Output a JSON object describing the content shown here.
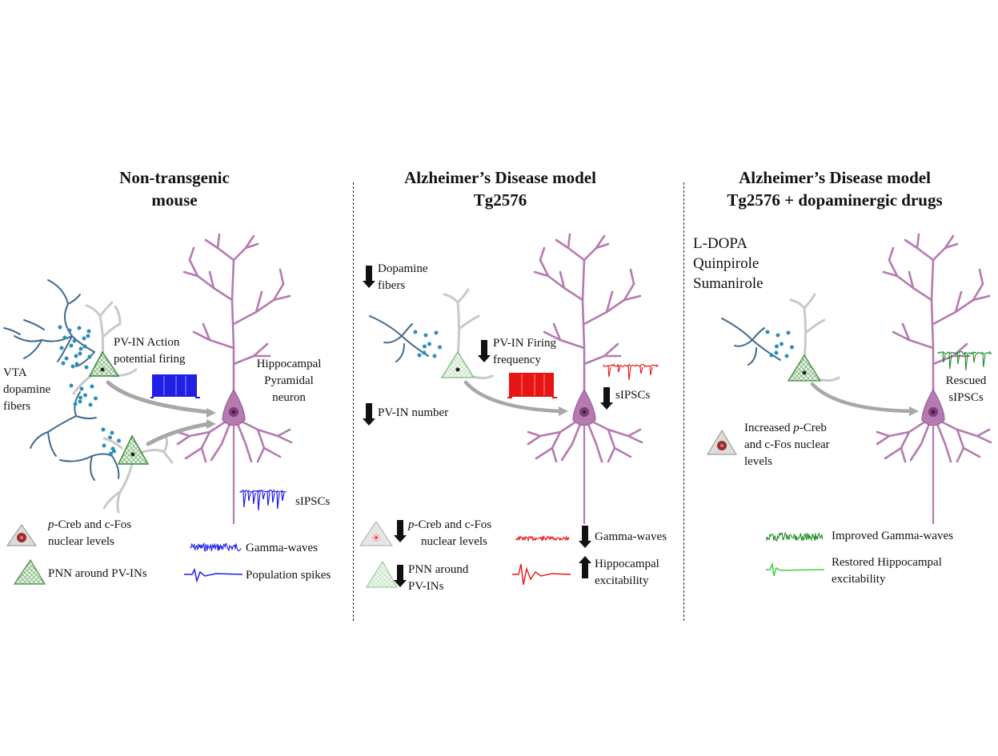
{
  "panels": [
    {
      "title_line1": "Non-transgenic",
      "title_line2": "mouse",
      "vta_line1": "VTA",
      "vta_line2": "dopamine",
      "vta_line3": "fibers",
      "pvin_line1": "PV-IN Action",
      "pvin_line2": "potential firing",
      "pyr_line1": "Hippocampal",
      "pyr_line2": "Pyramidal",
      "pyr_line3": "neuron",
      "sipsc": "sIPSCs",
      "creb_italic": "p",
      "creb_line1_rest": "-Creb and c-Fos",
      "creb_line2": "nuclear levels",
      "pnn": "PNN around PV-INs",
      "gamma": "Gamma-waves",
      "popspikes": "Population spikes",
      "color": "#1f1fe6"
    },
    {
      "title_line1": "Alzheimer’s Disease model",
      "title_line2": "Tg2576",
      "dopa_line1": "Dopamine",
      "dopa_line2": "fibers",
      "pvin_line1": "PV-IN Firing",
      "pvin_line2": "frequency",
      "pvnum": "PV-IN number",
      "sipsc": "sIPSCs",
      "creb_italic": "p",
      "creb_line1_rest": "-Creb and c-Fos",
      "creb_line2": "nuclear levels",
      "pnn_line1": "PNN around",
      "pnn_line2": "PV-INs",
      "gamma": "Gamma-waves",
      "excit_line1": "Hippocampal",
      "excit_line2": "excitability",
      "color": "#e81414"
    },
    {
      "title_line1": "Alzheimer’s Disease model",
      "title_line2": "Tg2576 + dopaminergic drugs",
      "drug1": "L-DOPA",
      "drug2": "Quinpirole",
      "drug3": "Sumanirole",
      "rescued_line1": "Rescued",
      "rescued_line2": "sIPSCs",
      "creb_line1_pre": "Increased ",
      "creb_italic": "p",
      "creb_line1_rest": "-Creb",
      "creb_line2": "and c-Fos nuclear",
      "creb_line3": "levels",
      "gamma": "Improved Gamma-waves",
      "excit_line1": "Restored Hippocampal",
      "excit_line2": "excitability",
      "color_dark": "#1f8a2a",
      "color_light": "#3ccf3c"
    }
  ],
  "colors": {
    "neuron": "#b57ab0",
    "fiber": "#3f6a8c",
    "dots": "#2a8fb8",
    "pnn": "#4f9a4f",
    "axon": "#a8a8a8",
    "text": "#111111"
  }
}
